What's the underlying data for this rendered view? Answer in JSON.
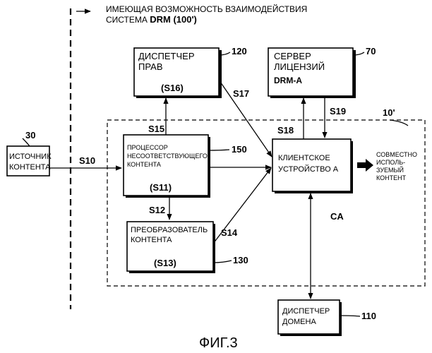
{
  "header": {
    "line1": "ИМЕЮЩАЯ ВОЗМОЖНОСТЬ ВЗАИМОДЕЙСТВИЯ",
    "line2_prefix": "СИСТЕМА ",
    "line2_bold": "DRM (100')"
  },
  "system_ref": "10'",
  "boxes": {
    "source": {
      "line1": "ИСТОЧНИК",
      "line2": "КОНТЕНТА",
      "ref": "30"
    },
    "rights": {
      "line1": "ДИСПЕТЧЕР",
      "line2": "ПРАВ",
      "step": "(S16)",
      "ref": "120"
    },
    "license": {
      "line1": "СЕРВЕР",
      "line2": "ЛИЦЕНЗИЙ",
      "line3": "DRM-A",
      "ref": "70"
    },
    "processor": {
      "line1": "ПРОЦЕССОР",
      "line2": "НЕСООТВЕТСТВУЮЩЕГО",
      "line3": "КОНТЕНТА",
      "step": "(S11)",
      "ref": "150"
    },
    "converter": {
      "line1": "ПРЕОБРАЗОВАТЕЛЬ",
      "line2": "КОНТЕНТА",
      "step": "(S13)",
      "ref": "130"
    },
    "client": {
      "line1": "КЛИЕНТСКОЕ",
      "line2": "УСТРОЙСТВО А",
      "ref": "CA"
    },
    "domain": {
      "line1": "ДИСПЕТЧЕР",
      "line2": "ДОМЕНА",
      "ref": "110"
    }
  },
  "shared_content": {
    "line1": "СОВМЕСТНО",
    "line2": "ИСПОЛЬ-",
    "line3": "ЗУЕМЫЙ",
    "line4": "КОНТЕНТ"
  },
  "steps": {
    "s10": "S10",
    "s12": "S12",
    "s14": "S14",
    "s15": "S15",
    "s17": "S17",
    "s18": "S18",
    "s19": "S19"
  },
  "caption": "ФИГ.3"
}
